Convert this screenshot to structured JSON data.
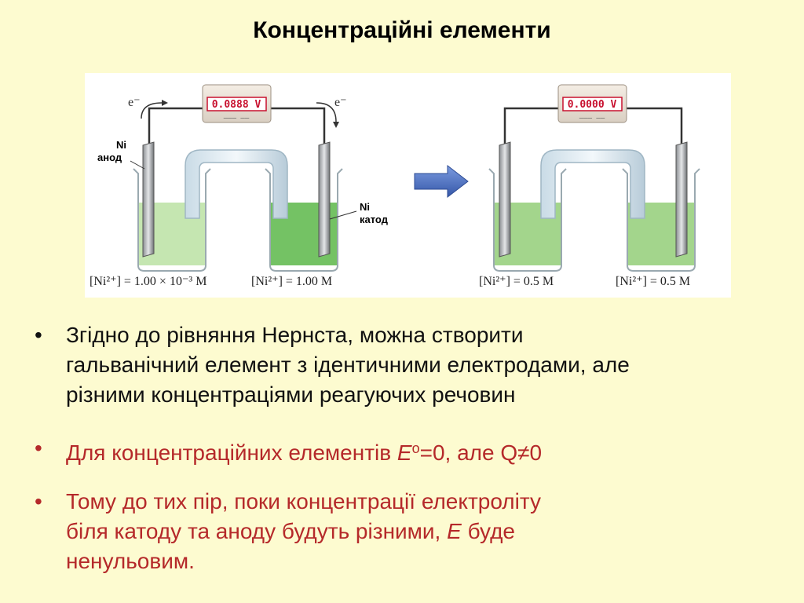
{
  "title": "Концентраційні елементи",
  "figure": {
    "left_cell": {
      "voltmeter_reading": "0.0888 V",
      "electron_left": "e⁻",
      "electron_right": "e⁻",
      "anode_label_line1": "Ni",
      "anode_label_line2": "анод",
      "cathode_label_line1": "Ni",
      "cathode_label_line2": "катод",
      "conc_left": "[Ni²⁺] = 1.00 × 10⁻³ M",
      "conc_right": "[Ni²⁺] = 1.00 M"
    },
    "right_cell": {
      "voltmeter_reading": "0.0000 V",
      "conc_left": "[Ni²⁺] = 0.5 M",
      "conc_right": "[Ni²⁺] = 0.5 M"
    },
    "colors": {
      "solution_dilute": "#bfe3a8",
      "solution_concentrated": "#6dbf5c",
      "solution_equal": "#9ed386",
      "arrow": "#4a6fc2",
      "lcd": "#c8102e"
    },
    "icons": [
      "voltmeter-icon",
      "beaker-icon",
      "salt-bridge-icon",
      "electrode-icon",
      "right-arrow-icon"
    ]
  },
  "bullets": {
    "b1_line1": "Згідно до рівняння Нернста, можна створити",
    "b1_line2": "гальванічний елемент з ідентичними електродами, але",
    "b1_line3": "різними концентраціями реагуючих речовин",
    "b2_text": "Для концентраційних елементів ",
    "b2_e": "E",
    "b2_sup": "o",
    "b2_rest": "=0, але Q≠0",
    "b3_line1": "Тому до тих пір, поки концентрації електроліту",
    "b3_line2_a": "біля катоду та аноду будуть різними, ",
    "b3_e": "E",
    "b3_line2_b": " буде",
    "b3_line3": "ненульовим.",
    "bullet_symbol": "•"
  }
}
